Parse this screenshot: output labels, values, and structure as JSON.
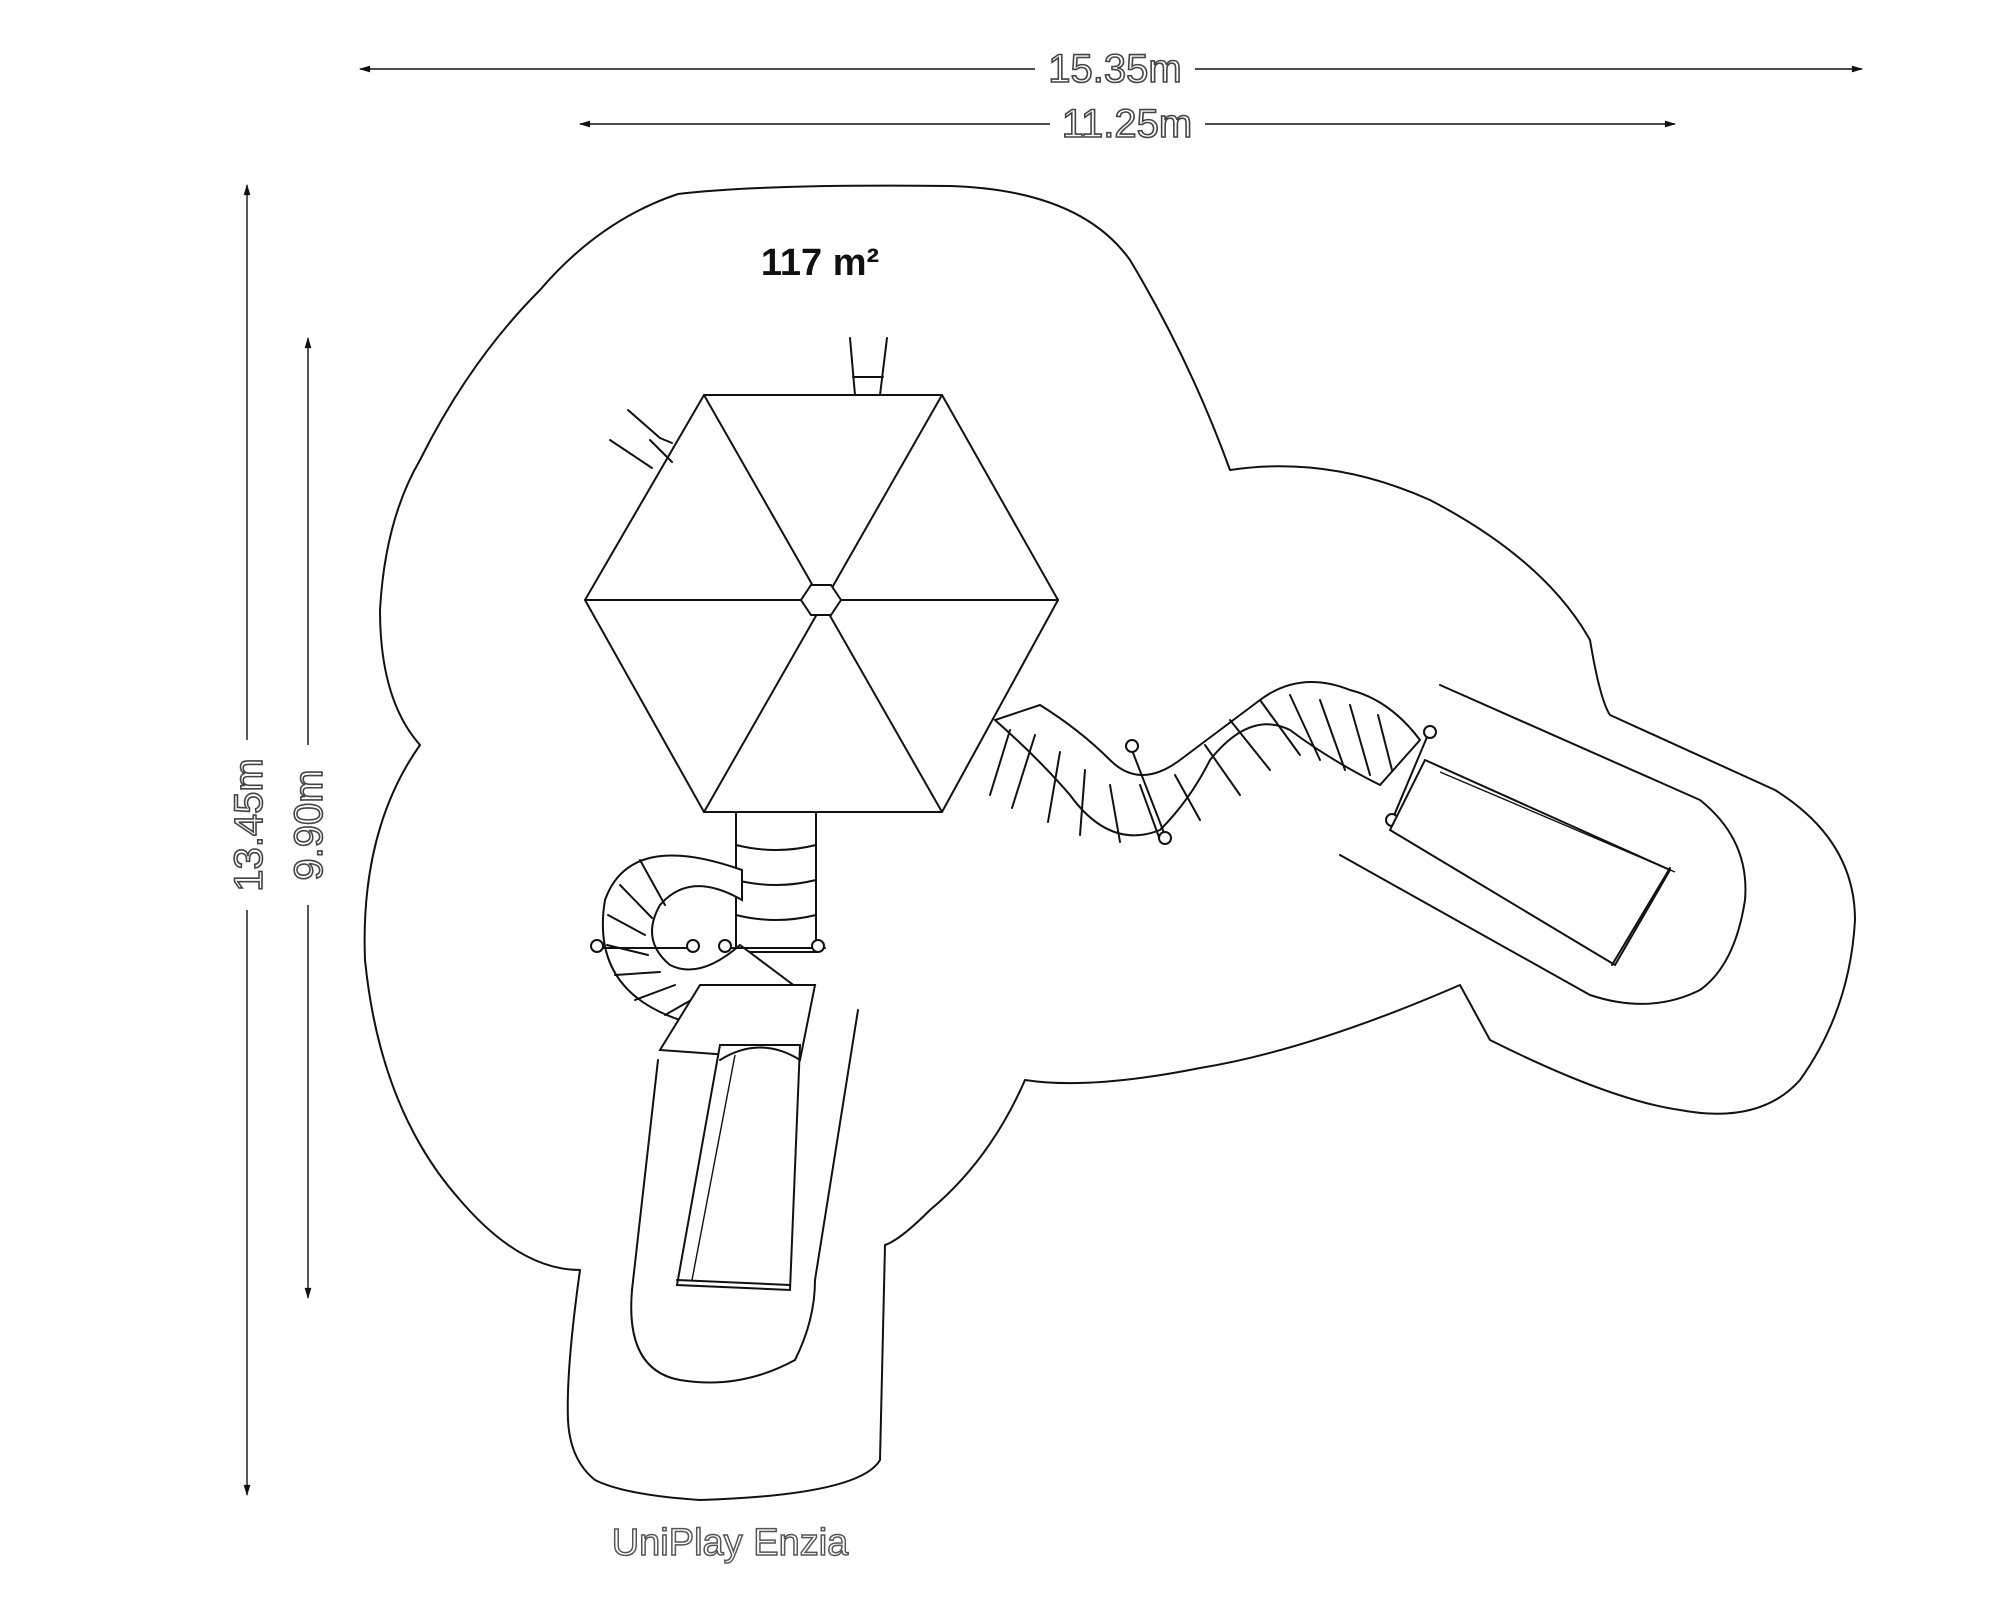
{
  "dimensions": {
    "overall_width": "15.35m",
    "equipment_width": "11.25m",
    "overall_depth": "13.45m",
    "equipment_depth": "9.90m"
  },
  "area": "117 m²",
  "product_name": "UniPlay Enzia"
}
